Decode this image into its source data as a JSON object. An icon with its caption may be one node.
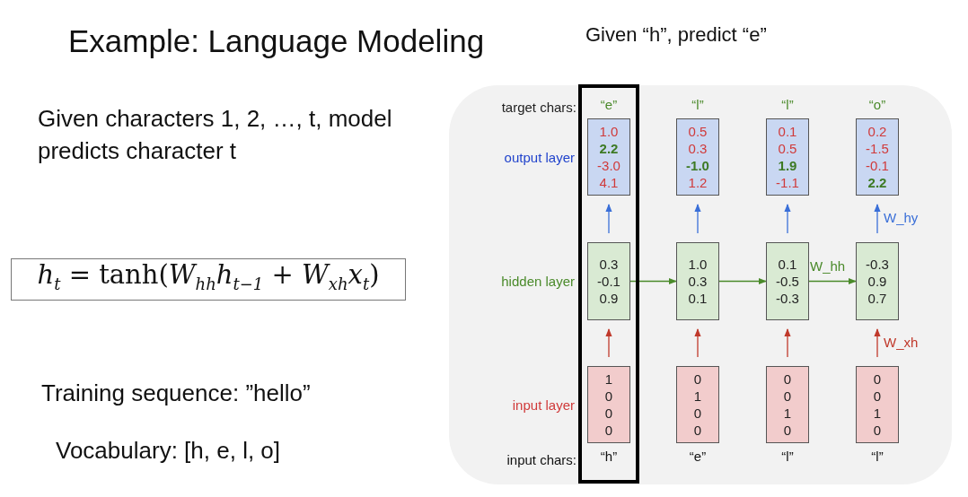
{
  "diagram": {
    "title": "Example: Language Modeling",
    "nodes": [
      {
        "text": [
          "*h*$_{t}$ = tanh(*W*$_{hh}$*h*$_{t−1}$ + *W*$_{xh}$*x*$_{t}$)"
        ]
      },
      {
        "text": [
          "1.0",
          "**2.2**",
          "-3.0",
          "4.1"
        ],
        "beside": [
          "“e”"
        ]
      },
      {
        "text": [
          "0.5",
          "0.3",
          "**-1.0**",
          "1.2"
        ],
        "beside": [
          "“l”"
        ]
      },
      {
        "text": [
          "0.1",
          "0.5",
          "**1.9**",
          "-1.1"
        ],
        "beside": [
          "“l”"
        ]
      },
      {
        "text": [
          "0.2",
          "-1.5",
          "-0.1",
          "**2.2**"
        ],
        "beside": [
          "“o”"
        ]
      },
      {
        "text": [
          "0.3",
          "-0.1",
          "0.9"
        ]
      },
      {
        "text": [
          "1.0",
          "0.3",
          "0.1"
        ]
      },
      {
        "text": [
          "0.1",
          "-0.5",
          "-0.3"
        ]
      },
      {
        "text": [
          "-0.3",
          "0.9",
          "0.7"
        ]
      },
      {
        "text": [
          "1",
          "0",
          "0",
          "0"
        ],
        "beside": [
          "“h”"
        ]
      },
      {
        "text": [
          "0",
          "1",
          "0",
          "0"
        ],
        "beside": [
          "“e”"
        ]
      },
      {
        "text": [
          "0",
          "0",
          "1",
          "0"
        ],
        "beside": [
          "“l”"
        ]
      },
      {
        "text": [
          "0",
          "0",
          "1",
          "0"
        ],
        "beside": [
          "“l”"
        ]
      }
    ],
    "edges": [
      {
        "from": 9,
        "to": 5,
        "arrow": "to",
        "color": "#c0392b"
      },
      {
        "from": 10,
        "to": 6,
        "arrow": "to",
        "color": "#c0392b"
      },
      {
        "from": 11,
        "to": 7,
        "arrow": "to",
        "color": "#c0392b"
      },
      {
        "from": 12,
        "to": 8,
        "arrow": "to",
        "color": "#c0392b",
        "label": "W_xh"
      },
      {
        "from": 5,
        "to": 1,
        "arrow": "to",
        "color": "#3a6fd8"
      },
      {
        "from": 6,
        "to": 2,
        "arrow": "to",
        "color": "#3a6fd8"
      },
      {
        "from": 7,
        "to": 3,
        "arrow": "to",
        "color": "#3a6fd8"
      },
      {
        "from": 8,
        "to": 4,
        "arrow": "to",
        "color": "#3a6fd8",
        "label": "W_hy"
      },
      {
        "from": 5,
        "to": 6,
        "arrow": "to",
        "color": "#4a8a2a"
      },
      {
        "from": 6,
        "to": 7,
        "arrow": "to",
        "color": "#4a8a2a"
      },
      {
        "from": 7,
        "to": 8,
        "arrow": "to",
        "color": "#4a8a2a",
        "label": "W_hh"
      }
    ],
    "labels": [
      "Given “h”, predict “e”",
      "Given characters 1, 2, …, t, model predicts character t",
      "Training sequence: ”hello”",
      "Vocabulary: [h, e, l, o]",
      "target chars:",
      "output layer",
      "hidden layer",
      "input layer",
      "input chars:"
    ]
  }
}
